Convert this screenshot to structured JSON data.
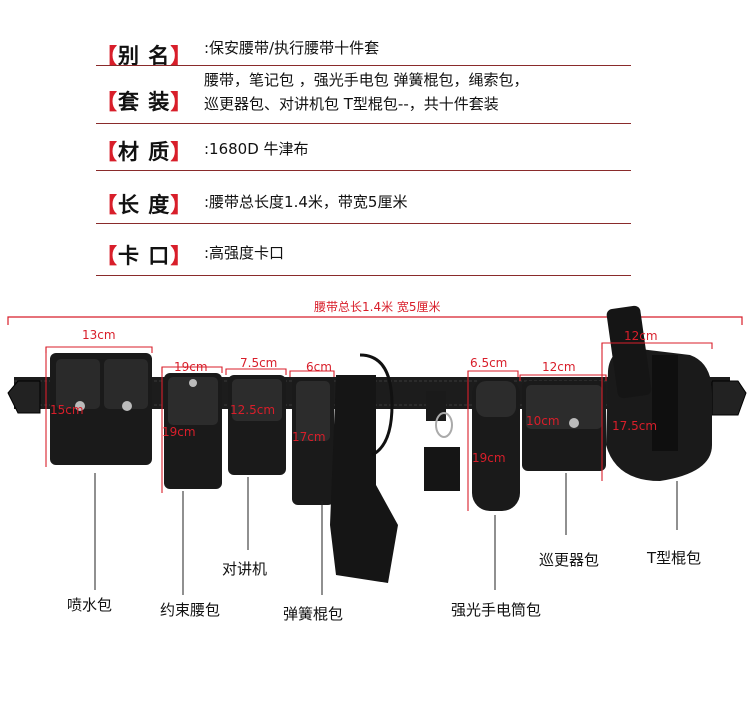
{
  "specs": [
    {
      "label": "【别  名】",
      "value": ":保安腰带/执行腰带十件套"
    },
    {
      "label": "【套  装】",
      "value_lines": [
        "腰带，笔记包 ，强光手电包 弹簧棍包，绳索包，",
        "巡更器包、对讲机包 T型棍包--，共十件套装"
      ]
    },
    {
      "label": "【材  质】",
      "value": ":1680D 牛津布"
    },
    {
      "label": "【长  度】",
      "value": ":腰带总长度1.4米，带宽5厘米"
    },
    {
      "label": "【卡  口】",
      "value": ":高强度卡口"
    }
  ],
  "belt_total": "腰带总长1.4米  宽5厘米",
  "dimensions": {
    "pepper_w": "13cm",
    "pepper_h": "15cm",
    "cuff_w": "19cm",
    "cuff_h": "19cm",
    "radio_w": "7.5cm",
    "radio_h": "12.5cm",
    "baton_w": "6cm",
    "baton_h": "17cm",
    "flash_w": "6.5cm",
    "flash_h": "19cm",
    "patrol_w": "12cm",
    "patrol_h": "10cm",
    "tbaton_w": "12cm",
    "tbaton_h": "17.5cm"
  },
  "names": {
    "pepper": "喷水包",
    "cuff": "约束腰包",
    "radio": "对讲机",
    "baton": "弹簧棍包",
    "flash": "强光手电筒包",
    "patrol": "巡更器包",
    "tbaton": "T型棍包"
  },
  "colors": {
    "accent": "#d81e2a",
    "divider": "#8a2b2b",
    "nylon": "#1a1a1a"
  }
}
